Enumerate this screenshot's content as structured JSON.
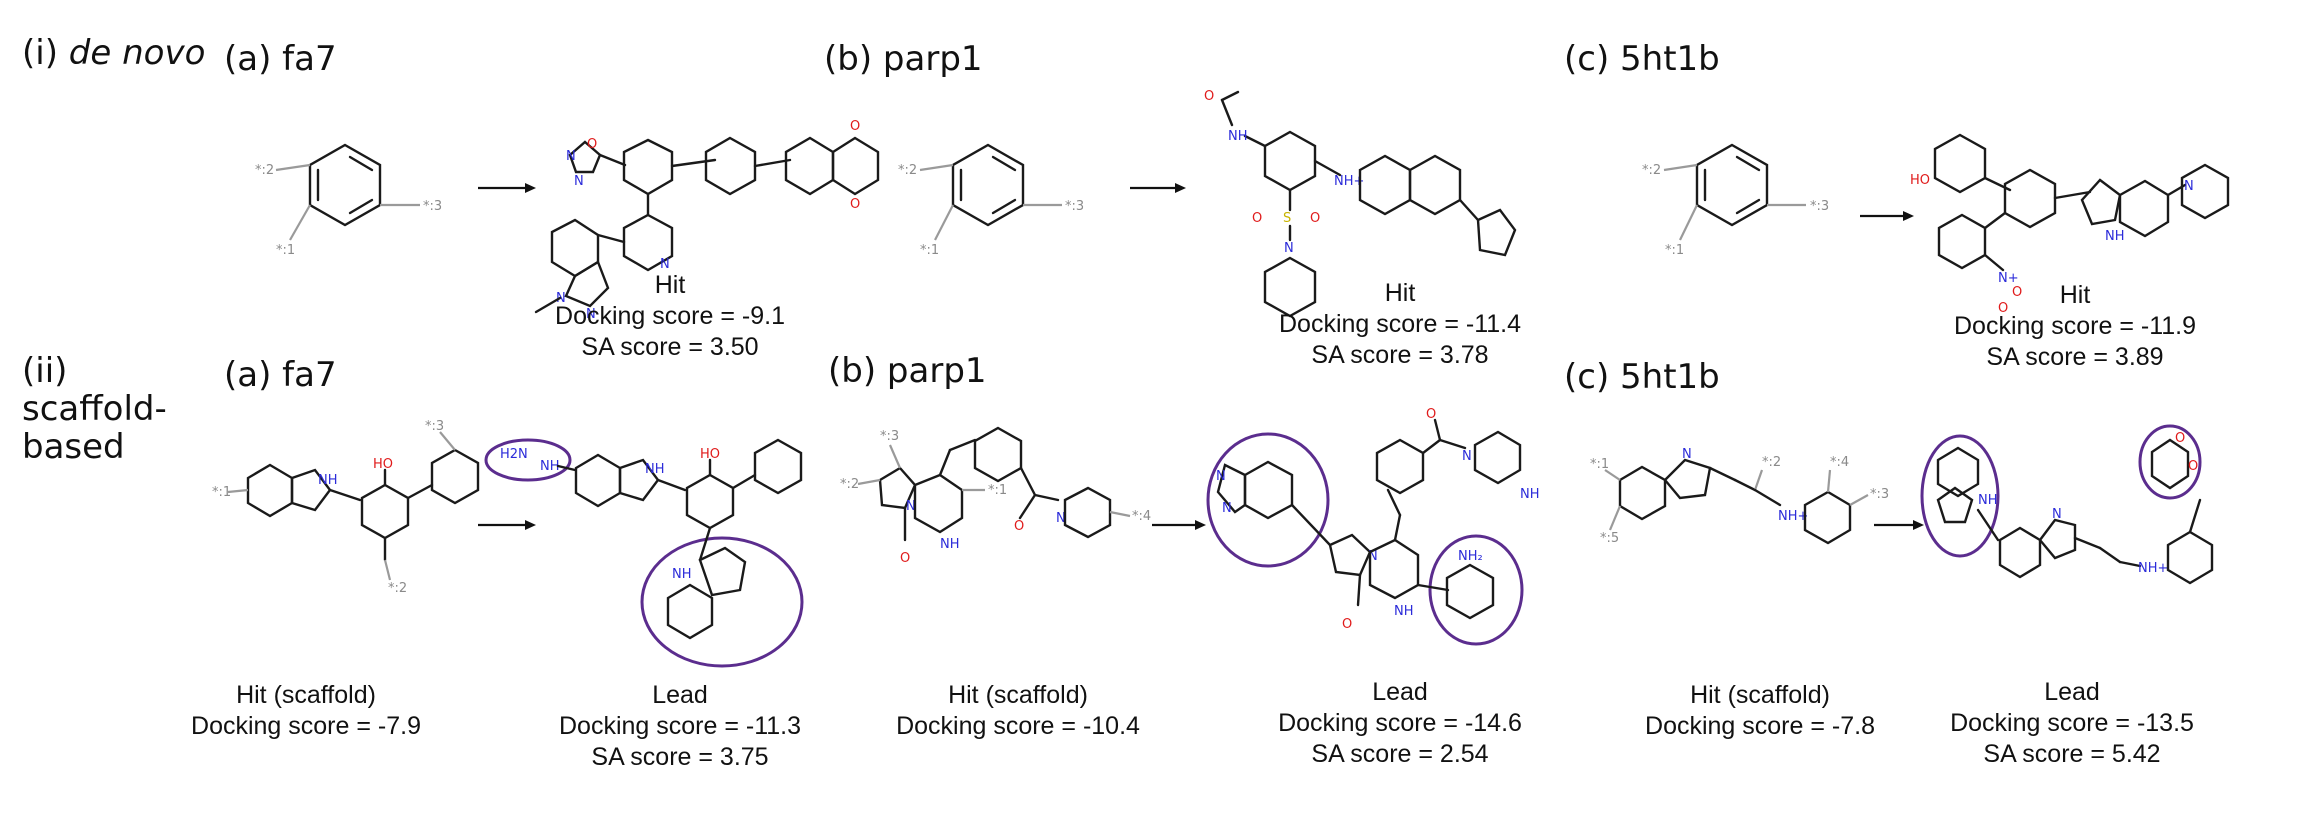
{
  "sections": {
    "i": {
      "num": "(i)",
      "name": "de novo"
    },
    "ii": {
      "line1": "(ii)",
      "line2": "scaffold-",
      "line3": "based"
    }
  },
  "panels": {
    "a1": "(a) fa7",
    "b1": "(b) parp1",
    "c1": "(c) 5ht1b",
    "a2": "(a) fa7",
    "b2": "(b) parp1",
    "c2": "(c) 5ht1b"
  },
  "captions": {
    "i_a": {
      "title": "Hit",
      "dock": "Docking score = -9.1",
      "sa": "SA score = 3.50"
    },
    "i_b": {
      "title": "Hit",
      "dock": "Docking score = -11.4",
      "sa": "SA score = 3.78"
    },
    "i_c": {
      "title": "Hit",
      "dock": "Docking score = -11.9",
      "sa": "SA score = 3.89"
    },
    "ii_a_hit": {
      "title": "Hit (scaffold)",
      "dock": "Docking score = -7.9"
    },
    "ii_a_lead": {
      "title": "Lead",
      "dock": "Docking score = -11.3",
      "sa": "SA score = 3.75"
    },
    "ii_b_hit": {
      "title": "Hit (scaffold)",
      "dock": "Docking score = -10.4"
    },
    "ii_b_lead": {
      "title": "Lead",
      "dock": "Docking score = -14.6",
      "sa": "SA score = 2.54"
    },
    "ii_c_hit": {
      "title": "Hit (scaffold)",
      "dock": "Docking score = -7.8"
    },
    "ii_c_lead": {
      "title": "Lead",
      "dock": "Docking score = -13.5",
      "sa": "SA score = 5.42"
    }
  },
  "atoms": {
    "star1": "*:1",
    "star2": "*:2",
    "star3": "*:3",
    "star4": "*:4",
    "star5": "*:5",
    "N": "N",
    "NH": "NH",
    "NH2": "NH₂",
    "H2N": "H2N",
    "O": "O",
    "HO": "HO",
    "S": "S",
    "NH_plus": "NH+",
    "N_plus": "N+"
  },
  "colors": {
    "nitrogen": "#2b2bd9",
    "oxygen": "#e01b1b",
    "sulfur": "#c8b400",
    "highlight": "#5b2d8e"
  }
}
